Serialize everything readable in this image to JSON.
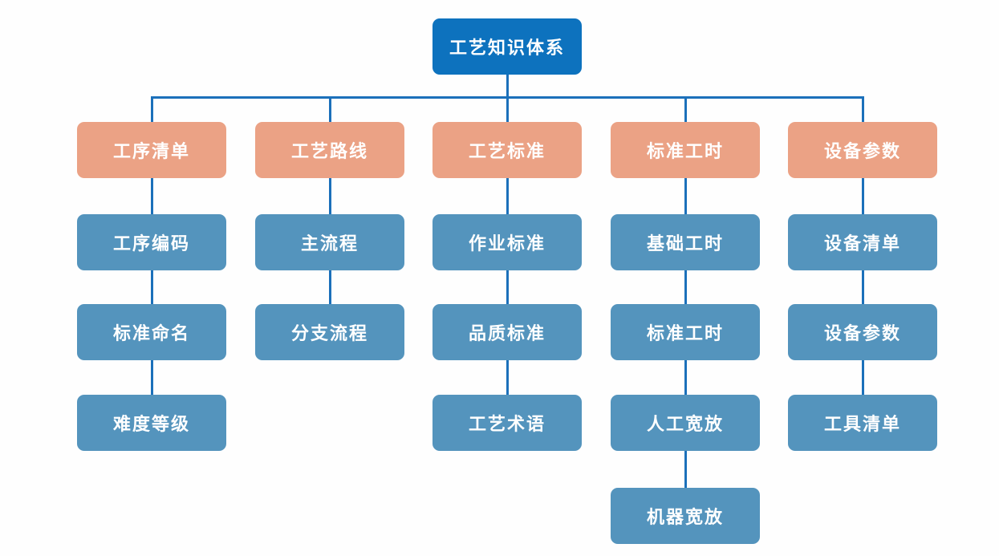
{
  "colors": {
    "root_box": "#0d72be",
    "branch_box": "#eba285",
    "leaf_box": "#5494bd",
    "connector": "#1b70ba",
    "text": "#ffffff",
    "background": "#fefefe"
  },
  "tree": {
    "root": {
      "label": "工艺知识体系"
    },
    "columns": [
      {
        "parent": {
          "label": "工序清单"
        },
        "children": [
          {
            "label": "工序编码"
          },
          {
            "label": "标准命名"
          },
          {
            "label": "难度等级"
          }
        ]
      },
      {
        "parent": {
          "label": "工艺路线"
        },
        "children": [
          {
            "label": "主流程"
          },
          {
            "label": "分支流程"
          }
        ]
      },
      {
        "parent": {
          "label": "工艺标准"
        },
        "children": [
          {
            "label": "作业标准"
          },
          {
            "label": "品质标准"
          },
          {
            "label": "工艺术语"
          }
        ]
      },
      {
        "parent": {
          "label": "标准工时"
        },
        "children": [
          {
            "label": "基础工时"
          },
          {
            "label": "标准工时"
          },
          {
            "label": "人工宽放"
          },
          {
            "label": "机器宽放"
          }
        ]
      },
      {
        "parent": {
          "label": "设备参数"
        },
        "children": [
          {
            "label": "设备清单"
          },
          {
            "label": "设备参数"
          },
          {
            "label": "工具清单"
          }
        ]
      }
    ]
  }
}
